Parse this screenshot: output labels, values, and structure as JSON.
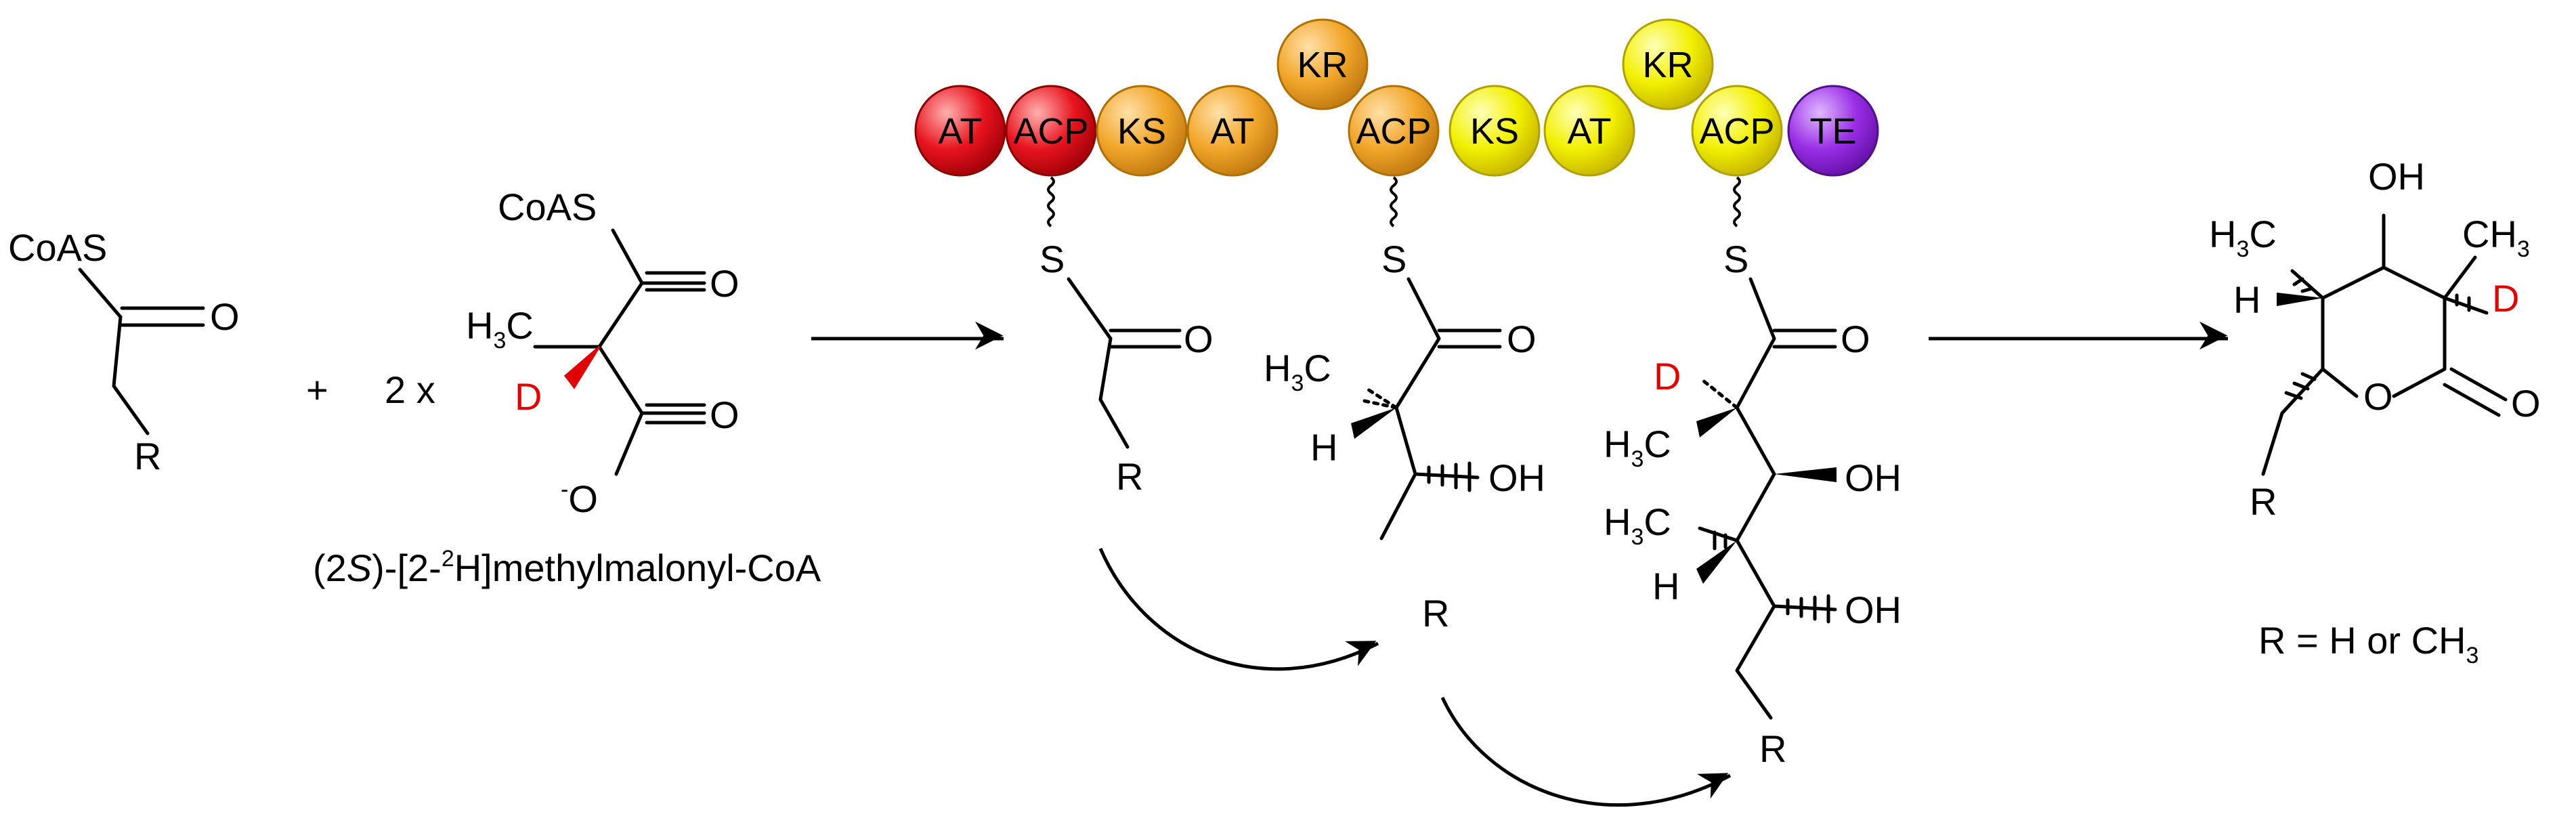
{
  "labels": {
    "coas_1": "CoAS",
    "o_1": "O",
    "r_1": "R",
    "plus": "+",
    "times": "2 x",
    "coas_2": "CoAS",
    "o_2": "O",
    "h3c_2": "H",
    "h3c_2_sub": "3",
    "h3c_2_c": "C",
    "d_2": "D",
    "o_2b": "O",
    "o_minus_sup": "-",
    "o_minus": "O",
    "caption_open": "(2",
    "caption_s": "S",
    "caption_mid": ")-[2-",
    "caption_sup": "2",
    "caption_end": "H]methylmalonyl-CoA",
    "s_1": "S",
    "o_3": "O",
    "r_3": "R",
    "s_2": "S",
    "o_4": "O",
    "h3c_4": "H",
    "h3c_4_sub": "3",
    "h3c_4_c": "C",
    "h_4": "H",
    "oh_4": "OH",
    "r_4": "R",
    "s_3": "S",
    "o_5": "O",
    "d_5": "D",
    "h3c_5a": "H",
    "h3c_5a_sub": "3",
    "h3c_5a_c": "C",
    "oh_5a": "OH",
    "h3c_5b": "H",
    "h3c_5b_sub": "3",
    "h3c_5b_c": "C",
    "h_5": "H",
    "oh_5b": "OH",
    "r_5": "R",
    "oh_6": "OH",
    "h3c_6": "H",
    "h3c_6_sub": "3",
    "h3c_6_c": "C",
    "ch3_6": "CH",
    "ch3_6_sub": "3",
    "h_6": "H",
    "d_6": "D",
    "o_ring": "O",
    "o_6": "O",
    "r_6": "R",
    "r_def": "R = H or CH",
    "r_def_sub": "3"
  },
  "domains": [
    {
      "label": "AT",
      "color": "#e8141e"
    },
    {
      "label": "ACP",
      "color": "#e8141e"
    },
    {
      "label": "KS",
      "color": "#f2a62a"
    },
    {
      "label": "AT",
      "color": "#f2a62a"
    },
    {
      "label": "KR",
      "color": "#f2a62a"
    },
    {
      "label": "ACP",
      "color": "#f2a62a"
    },
    {
      "label": "KS",
      "color": "#f2f000"
    },
    {
      "label": "AT",
      "color": "#f2f000"
    },
    {
      "label": "KR",
      "color": "#f2f000"
    },
    {
      "label": "ACP",
      "color": "#f2f000"
    },
    {
      "label": "TE",
      "color": "#9a2ee6"
    }
  ],
  "colors": {
    "deuterium": "#e00000",
    "loading_module": "#e8141e",
    "module_1": "#f2a62a",
    "module_2": "#f2f000",
    "thioesterase": "#9a2ee6"
  }
}
